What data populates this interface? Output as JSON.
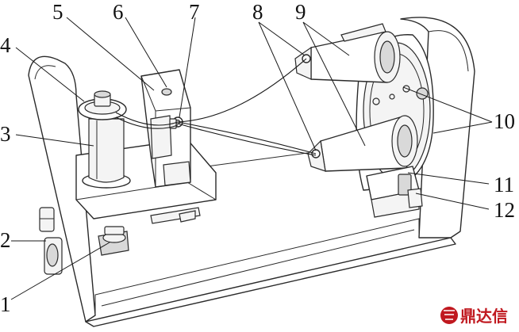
{
  "diagram": {
    "callouts": [
      "1",
      "2",
      "3",
      "4",
      "5",
      "6",
      "7",
      "8",
      "9",
      "10",
      "11",
      "12"
    ]
  },
  "watermark": {
    "text": "鼎达信",
    "color": "#c0181f"
  }
}
